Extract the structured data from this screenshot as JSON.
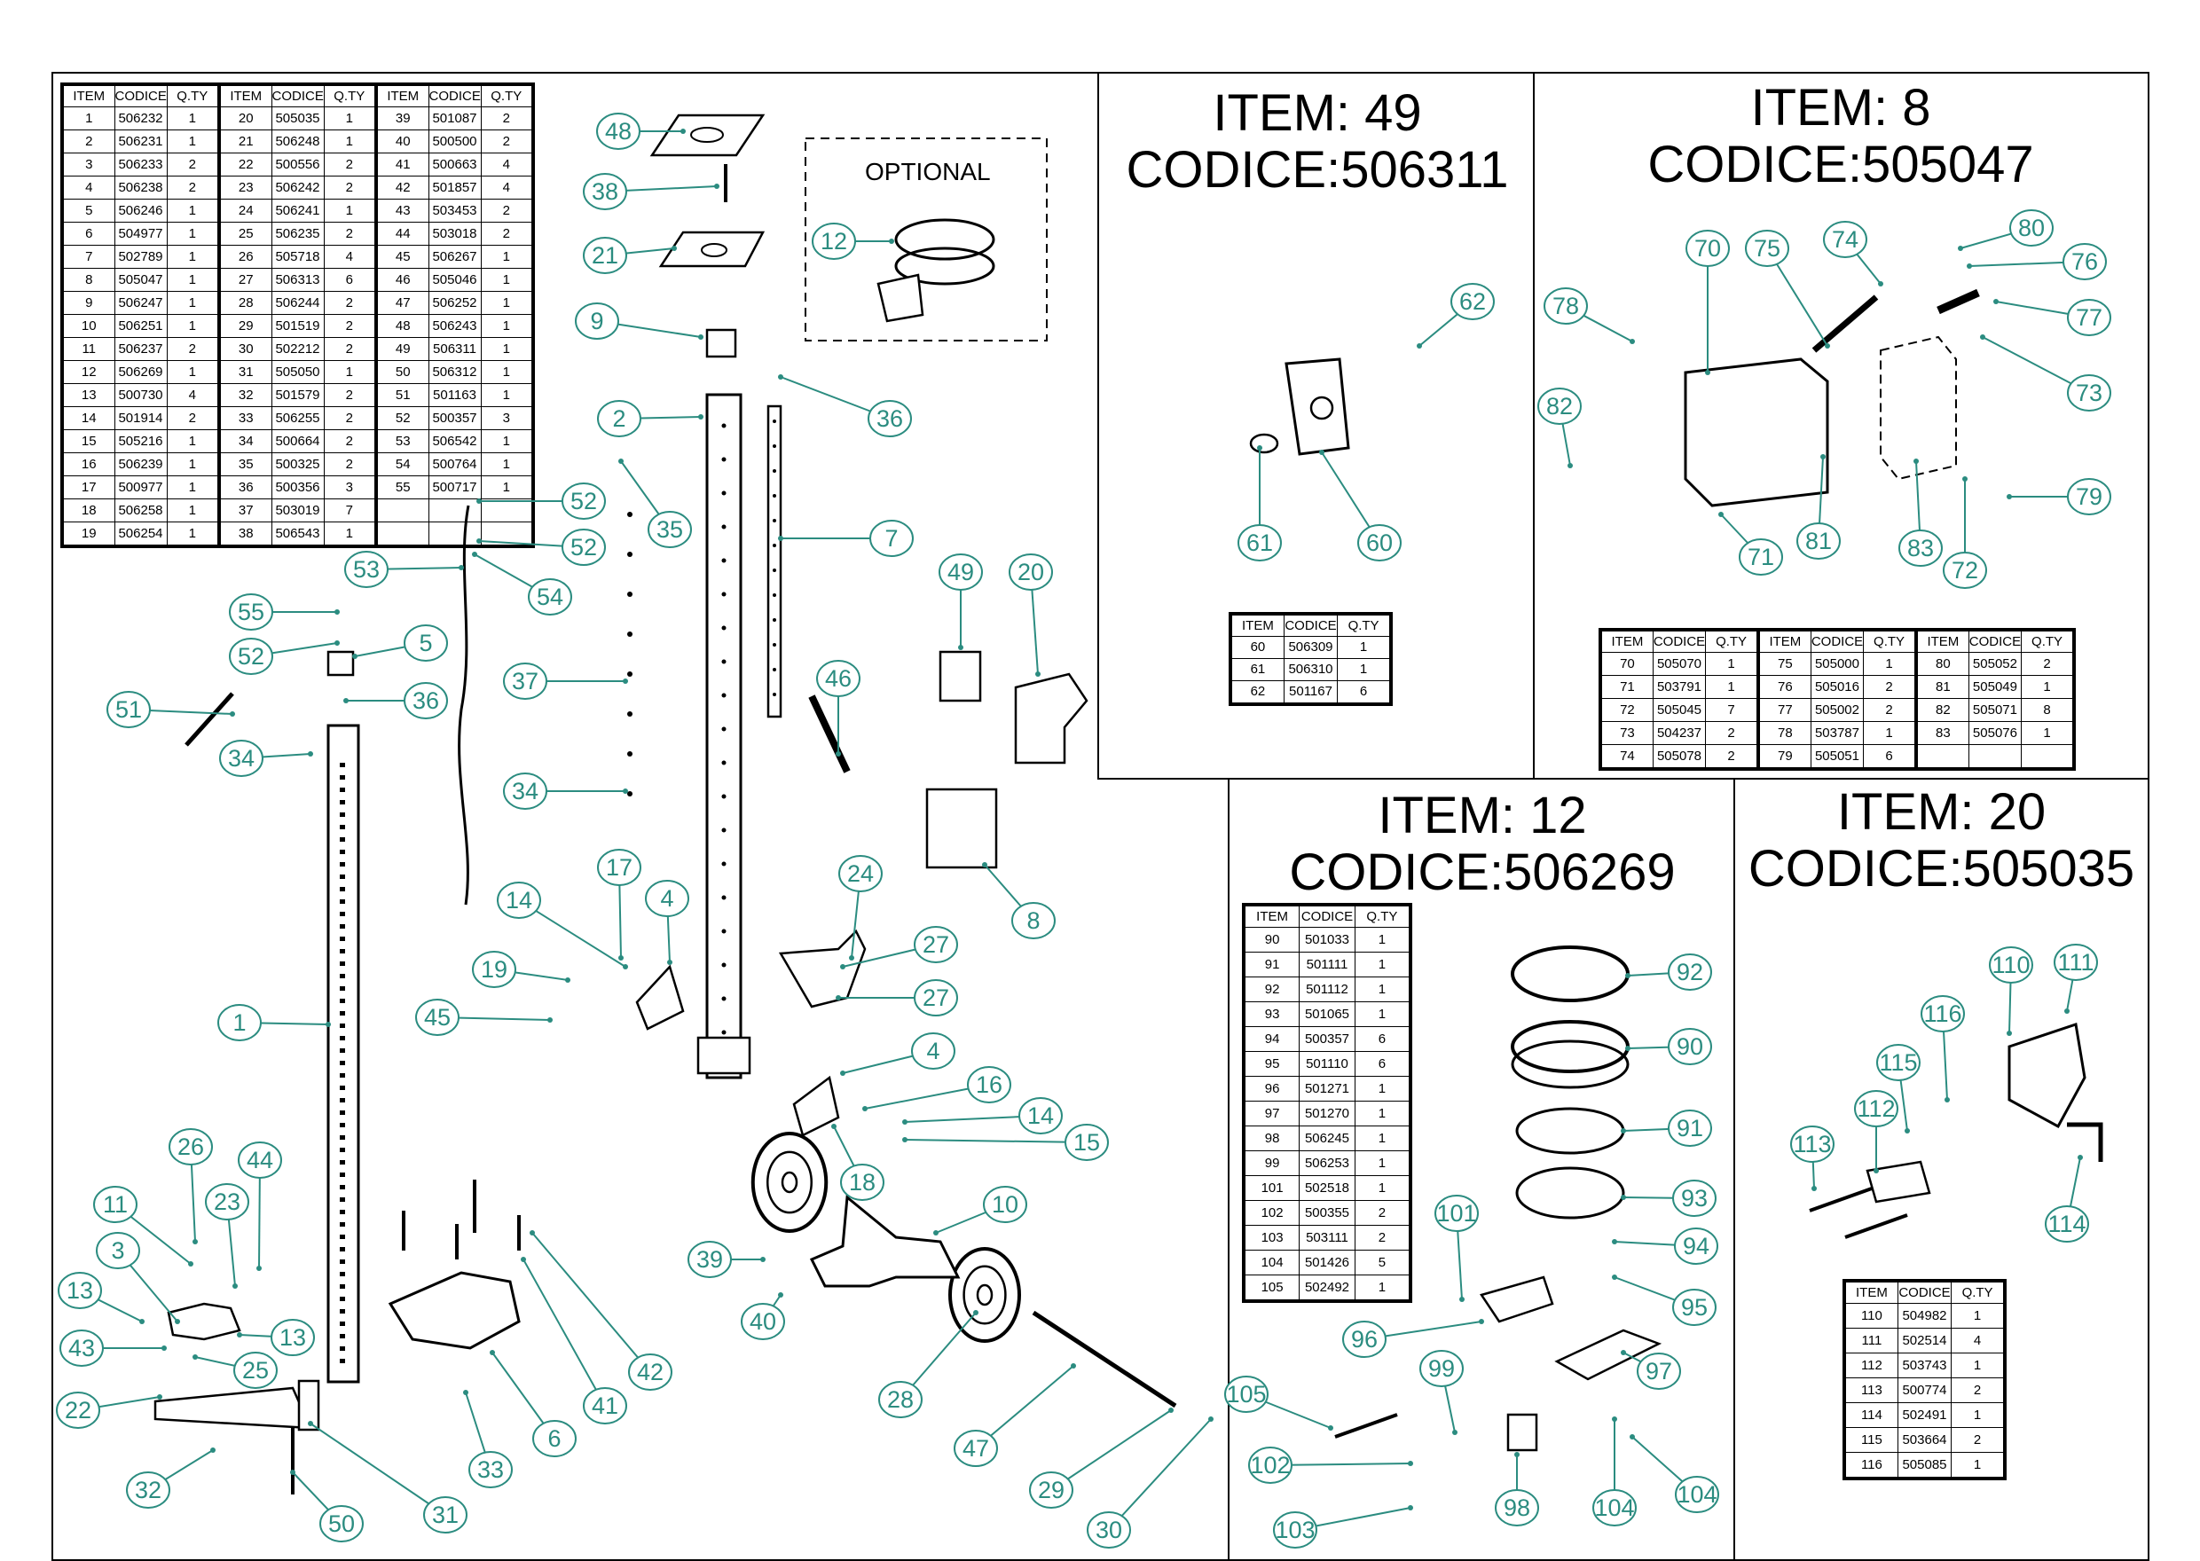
{
  "main_table": {
    "headers": [
      "ITEM",
      "CODICE",
      "Q.TY"
    ],
    "rows": [
      [
        [
          "1",
          "506232",
          "1"
        ],
        [
          "20",
          "505035",
          "1"
        ],
        [
          "39",
          "501087",
          "2"
        ]
      ],
      [
        [
          "2",
          "506231",
          "1"
        ],
        [
          "21",
          "506248",
          "1"
        ],
        [
          "40",
          "500500",
          "2"
        ]
      ],
      [
        [
          "3",
          "506233",
          "2"
        ],
        [
          "22",
          "500556",
          "2"
        ],
        [
          "41",
          "500663",
          "4"
        ]
      ],
      [
        [
          "4",
          "506238",
          "2"
        ],
        [
          "23",
          "506242",
          "2"
        ],
        [
          "42",
          "501857",
          "4"
        ]
      ],
      [
        [
          "5",
          "506246",
          "1"
        ],
        [
          "24",
          "506241",
          "1"
        ],
        [
          "43",
          "503453",
          "2"
        ]
      ],
      [
        [
          "6",
          "504977",
          "1"
        ],
        [
          "25",
          "506235",
          "2"
        ],
        [
          "44",
          "503018",
          "2"
        ]
      ],
      [
        [
          "7",
          "502789",
          "1"
        ],
        [
          "26",
          "505718",
          "4"
        ],
        [
          "45",
          "506267",
          "1"
        ]
      ],
      [
        [
          "8",
          "505047",
          "1"
        ],
        [
          "27",
          "506313",
          "6"
        ],
        [
          "46",
          "505046",
          "1"
        ]
      ],
      [
        [
          "9",
          "506247",
          "1"
        ],
        [
          "28",
          "506244",
          "2"
        ],
        [
          "47",
          "506252",
          "1"
        ]
      ],
      [
        [
          "10",
          "506251",
          "1"
        ],
        [
          "29",
          "501519",
          "2"
        ],
        [
          "48",
          "506243",
          "1"
        ]
      ],
      [
        [
          "11",
          "506237",
          "2"
        ],
        [
          "30",
          "502212",
          "2"
        ],
        [
          "49",
          "506311",
          "1"
        ]
      ],
      [
        [
          "12",
          "506269",
          "1"
        ],
        [
          "31",
          "505050",
          "1"
        ],
        [
          "50",
          "506312",
          "1"
        ]
      ],
      [
        [
          "13",
          "500730",
          "4"
        ],
        [
          "32",
          "501579",
          "2"
        ],
        [
          "51",
          "501163",
          "1"
        ]
      ],
      [
        [
          "14",
          "501914",
          "2"
        ],
        [
          "33",
          "506255",
          "2"
        ],
        [
          "52",
          "500357",
          "3"
        ]
      ],
      [
        [
          "15",
          "505216",
          "1"
        ],
        [
          "34",
          "500664",
          "2"
        ],
        [
          "53",
          "506542",
          "1"
        ]
      ],
      [
        [
          "16",
          "506239",
          "1"
        ],
        [
          "35",
          "500325",
          "2"
        ],
        [
          "54",
          "500764",
          "1"
        ]
      ],
      [
        [
          "17",
          "500977",
          "1"
        ],
        [
          "36",
          "500356",
          "3"
        ],
        [
          "55",
          "500717",
          "1"
        ]
      ],
      [
        [
          "18",
          "506258",
          "1"
        ],
        [
          "37",
          "503019",
          "7"
        ]
      ],
      [
        [
          "19",
          "506254",
          "1"
        ],
        [
          "38",
          "506543",
          "1"
        ]
      ]
    ]
  },
  "optional_label": "OPTIONAL",
  "panels": {
    "p49": {
      "line1": "ITEM: 49",
      "line2": "CODICE:506311",
      "rows": [
        [
          "60",
          "506309",
          "1"
        ],
        [
          "61",
          "506310",
          "1"
        ],
        [
          "62",
          "501167",
          "6"
        ]
      ]
    },
    "p8": {
      "line1": "ITEM: 8",
      "line2": "CODICE:505047",
      "rows": [
        [
          [
            "70",
            "505070",
            "1"
          ],
          [
            "75",
            "505000",
            "1"
          ],
          [
            "80",
            "505052",
            "2"
          ]
        ],
        [
          [
            "71",
            "503791",
            "1"
          ],
          [
            "76",
            "505016",
            "2"
          ],
          [
            "81",
            "505049",
            "1"
          ]
        ],
        [
          [
            "72",
            "505045",
            "7"
          ],
          [
            "77",
            "505002",
            "2"
          ],
          [
            "82",
            "505071",
            "8"
          ]
        ],
        [
          [
            "73",
            "504237",
            "2"
          ],
          [
            "78",
            "503787",
            "1"
          ],
          [
            "83",
            "505076",
            "1"
          ]
        ],
        [
          [
            "74",
            "505078",
            "2"
          ],
          [
            "79",
            "505051",
            "6"
          ]
        ]
      ]
    },
    "p12": {
      "line1": "ITEM: 12",
      "line2": "CODICE:506269",
      "rows": [
        [
          "90",
          "501033",
          "1"
        ],
        [
          "91",
          "501111",
          "1"
        ],
        [
          "92",
          "501112",
          "1"
        ],
        [
          "93",
          "501065",
          "1"
        ],
        [
          "94",
          "500357",
          "6"
        ],
        [
          "95",
          "501110",
          "6"
        ],
        [
          "96",
          "501271",
          "1"
        ],
        [
          "97",
          "501270",
          "1"
        ],
        [
          "98",
          "506245",
          "1"
        ],
        [
          "99",
          "506253",
          "1"
        ],
        [
          "101",
          "502518",
          "1"
        ],
        [
          "102",
          "500355",
          "2"
        ],
        [
          "103",
          "503111",
          "2"
        ],
        [
          "104",
          "501426",
          "5"
        ],
        [
          "105",
          "502492",
          "1"
        ]
      ]
    },
    "p20": {
      "line1": "ITEM: 20",
      "line2": "CODICE:505035",
      "rows": [
        [
          "110",
          "504982",
          "1"
        ],
        [
          "111",
          "502514",
          "4"
        ],
        [
          "112",
          "503743",
          "1"
        ],
        [
          "113",
          "500774",
          "2"
        ],
        [
          "114",
          "502491",
          "1"
        ],
        [
          "115",
          "503664",
          "2"
        ],
        [
          "116",
          "505085",
          "1"
        ]
      ]
    }
  },
  "callouts": [
    "48",
    "38",
    "21",
    "12",
    "9",
    "2",
    "36",
    "7",
    "35",
    "52",
    "52",
    "54",
    "53",
    "55",
    "52",
    "5",
    "36",
    "51",
    "34",
    "37",
    "34",
    "1",
    "14",
    "17",
    "4",
    "19",
    "45",
    "49",
    "20",
    "46",
    "8",
    "24",
    "27",
    "27",
    "4",
    "16",
    "14",
    "15",
    "18",
    "10",
    "39",
    "40",
    "28",
    "47",
    "29",
    "30",
    "26",
    "44",
    "23",
    "11",
    "3",
    "13",
    "13",
    "43",
    "25",
    "22",
    "32",
    "50",
    "31",
    "33",
    "6",
    "41",
    "42",
    "62",
    "61",
    "60",
    "70",
    "75",
    "74",
    "80",
    "76",
    "77",
    "78",
    "73",
    "82",
    "81",
    "71",
    "83",
    "72",
    "79",
    "92",
    "90",
    "91",
    "93",
    "94",
    "95",
    "101",
    "96",
    "97",
    "99",
    "105",
    "102",
    "103",
    "98",
    "104",
    "104",
    "110",
    "111",
    "116",
    "115",
    "112",
    "113",
    "114"
  ],
  "colors": {
    "callout": "#2b8c80",
    "line": "#000000"
  }
}
